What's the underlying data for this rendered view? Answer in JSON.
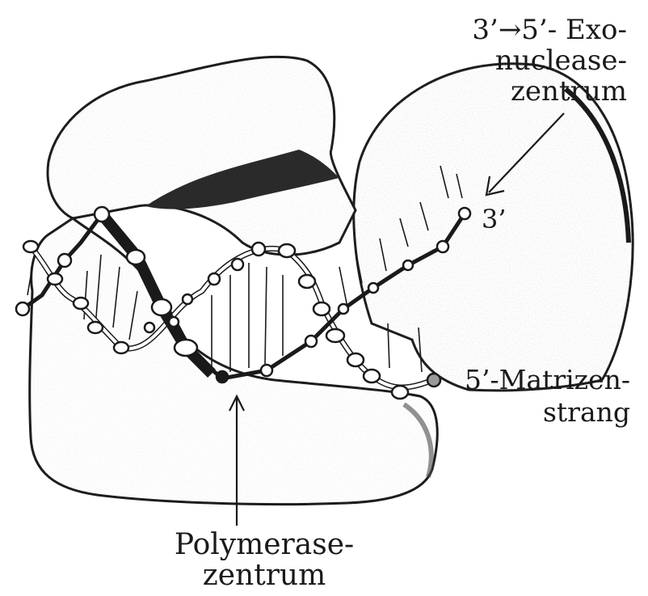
{
  "labels": {
    "exonuclease": [
      "3’→5’- Exo-",
      "nuclease-",
      "zentrum"
    ],
    "three_prime": "3’",
    "template_strand": [
      "5’-Matrizen-",
      "strang"
    ],
    "polymerase": [
      "Polymerase-",
      "zentrum"
    ]
  },
  "colors": {
    "ink": "#1a1a1a",
    "shade": "#8c8c8c",
    "paper": "#ffffff"
  }
}
